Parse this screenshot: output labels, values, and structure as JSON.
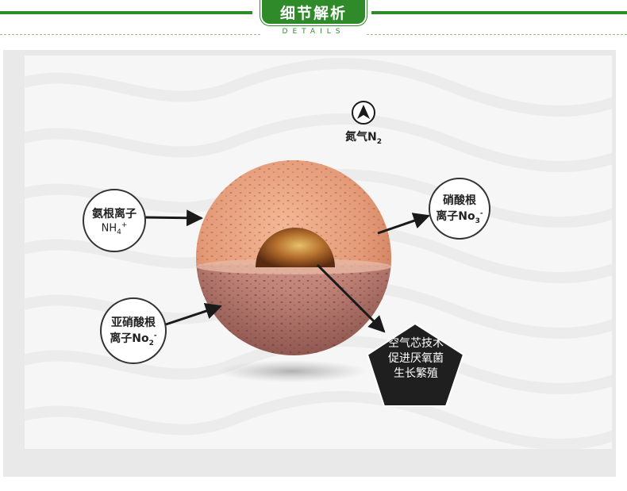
{
  "header": {
    "title": "细节解析",
    "subtitle": "DETAILS"
  },
  "diagram": {
    "top_label": {
      "text": "氮气N",
      "sub": "2"
    },
    "ammonium": {
      "line1": "氨根离子",
      "formula": "NH",
      "sub": "4",
      "sup": "+"
    },
    "nitrate": {
      "line1": "硝酸根",
      "line2": "离子No",
      "sub": "3",
      "sup": "-"
    },
    "nitrite": {
      "line1": "亚硝酸根",
      "line2": "离子No",
      "sub": "2",
      "sup": "-"
    },
    "core_tech": {
      "line1": "空气芯技术",
      "line2": "促进厌氧菌",
      "line3": "生长繁殖"
    }
  },
  "colors": {
    "brand_green": "#2f8a2a",
    "sphere_top": "#e8a07e",
    "sphere_bottom": "#c49088",
    "core": "#7a3a14",
    "pentagon": "#1f1f1f"
  }
}
